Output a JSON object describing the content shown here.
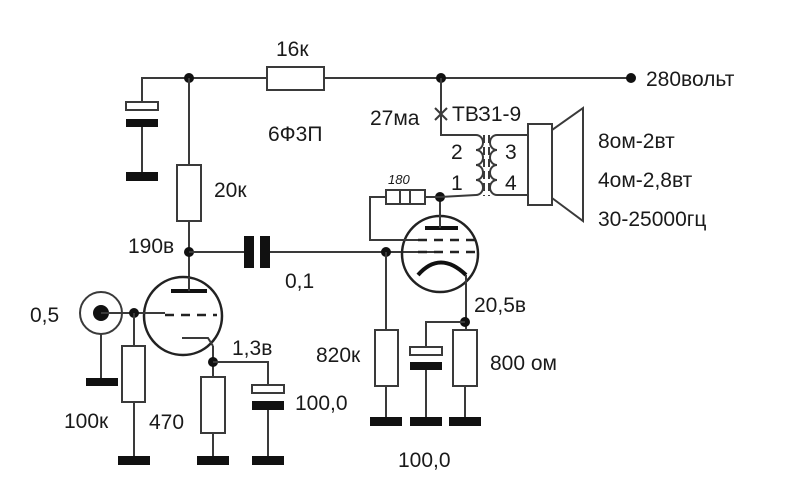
{
  "title": "Single-ended 6F3P tube amplifier schematic",
  "supply": {
    "label": "280вольт",
    "node_current": "27ма"
  },
  "tube_output": {
    "label": "6Ф3П"
  },
  "transformer": {
    "label": "ТВЗ1-9",
    "pins": {
      "p1": "1",
      "p2": "2",
      "p3": "3",
      "p4": "4"
    }
  },
  "speaker": {
    "specs": [
      "8ом-2вт",
      "4ом-2,8вт",
      "30-25000гц"
    ]
  },
  "components": {
    "r_supply": "16к",
    "r_anode1": "20к",
    "r_grid_stopper": "180",
    "c_coupling": "0,1",
    "r_grid_leak_in": "100к",
    "r_cathode1": "470",
    "c_cathode1": "100,0",
    "r_grid_leak_out": "820к",
    "c_cathode2": "100,0",
    "r_cathode2": "800 ом",
    "input_level": "0,5"
  },
  "voltages": {
    "anode1": "190в",
    "cathode1": "1,3в",
    "cathode2": "20,5в"
  }
}
